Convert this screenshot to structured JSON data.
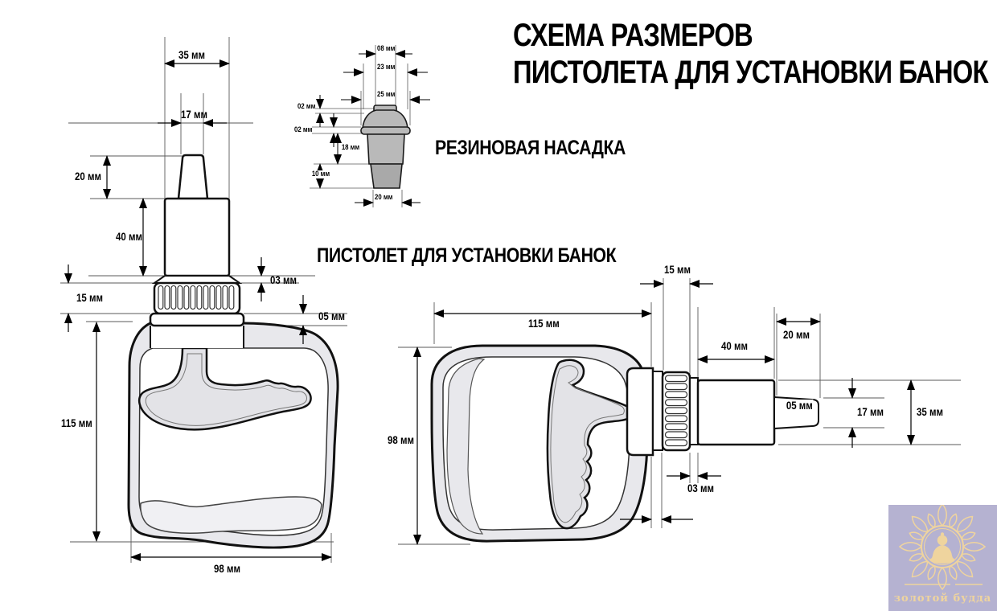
{
  "title": {
    "line1": "СХЕМА РАЗМЕРОВ",
    "line2": "ПИСТОЛЕТА ДЛЯ УСТАНОВКИ БАНОК"
  },
  "labels": {
    "nozzle_section": "РЕЗИНОВАЯ НАСАДКА",
    "pistol_section": "ПИСТОЛЕТ ДЛЯ УСТАНОВКИ БАНОК"
  },
  "front_view": {
    "dims": {
      "top_width": "35 мм",
      "tip_width": "17 мм",
      "tip_height": "20 мм",
      "barrel_height": "40 мм",
      "collar_lip": "03 мм",
      "collar_height": "15 мм",
      "flange_height": "05 мм",
      "body_height": "115 мм",
      "body_width": "98 мм"
    }
  },
  "nozzle_view": {
    "dims": {
      "cap_width": "08 мм",
      "dome_width": "23 мм",
      "flange_width": "25 мм",
      "cap_height": "02 мм",
      "flange_height": "02 мм",
      "body_height": "18 мм",
      "skirt_height": "10 мм",
      "base_width": "20 мм"
    }
  },
  "side_view": {
    "dims": {
      "ring_width": "15 мм",
      "body_length": "115 мм",
      "barrel_length": "40 мм",
      "tip_length": "20 мм",
      "body_height": "98 мм",
      "tip_step": "05 мм",
      "tip_height": "17 мм",
      "barrel_height": "35 мм",
      "ring_lip": "03 мм"
    }
  },
  "logo": {
    "brand": "золотой будда"
  },
  "colors": {
    "line": "#111111",
    "extension_line": "#5a5a5a",
    "shell_gray": "#e8e8ec",
    "handle_gray": "#e3e3e7",
    "nozzle_gray": "#b9b9b9",
    "nozzle_skirt_gray": "#a9a9a9",
    "logo_bg": "#b5b2d1",
    "logo_gold": "#efd49e"
  }
}
